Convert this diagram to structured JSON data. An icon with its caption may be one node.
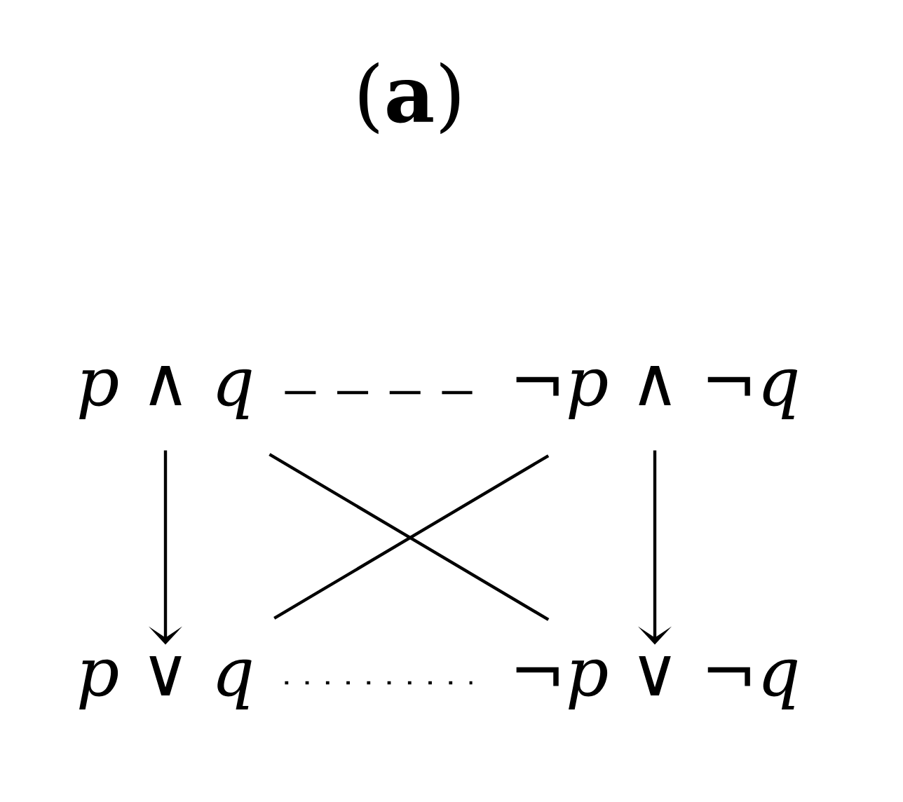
{
  "diagram": {
    "title": "(**a**)",
    "nodes": [
      {
        "text": [
          "*p* ∧ *q*"
        ]
      },
      {
        "text": [
          "¬*p* ∧ ¬*q*"
        ]
      },
      {
        "text": [
          "*p* ∨ *q*"
        ]
      },
      {
        "text": [
          "¬*p* ∨ ¬*q*"
        ]
      }
    ],
    "edges": [
      {
        "from": 0,
        "to": 1,
        "arrow": "none",
        "style": "dashed"
      },
      {
        "from": 0,
        "to": 2,
        "arrow": "to"
      },
      {
        "from": 1,
        "to": 3,
        "arrow": "to"
      },
      {
        "from": 0,
        "to": 3,
        "arrow": "none"
      },
      {
        "from": 1,
        "to": 2,
        "arrow": "none"
      },
      {
        "from": 2,
        "to": 3,
        "arrow": "none",
        "style": "dashed"
      }
    ]
  }
}
